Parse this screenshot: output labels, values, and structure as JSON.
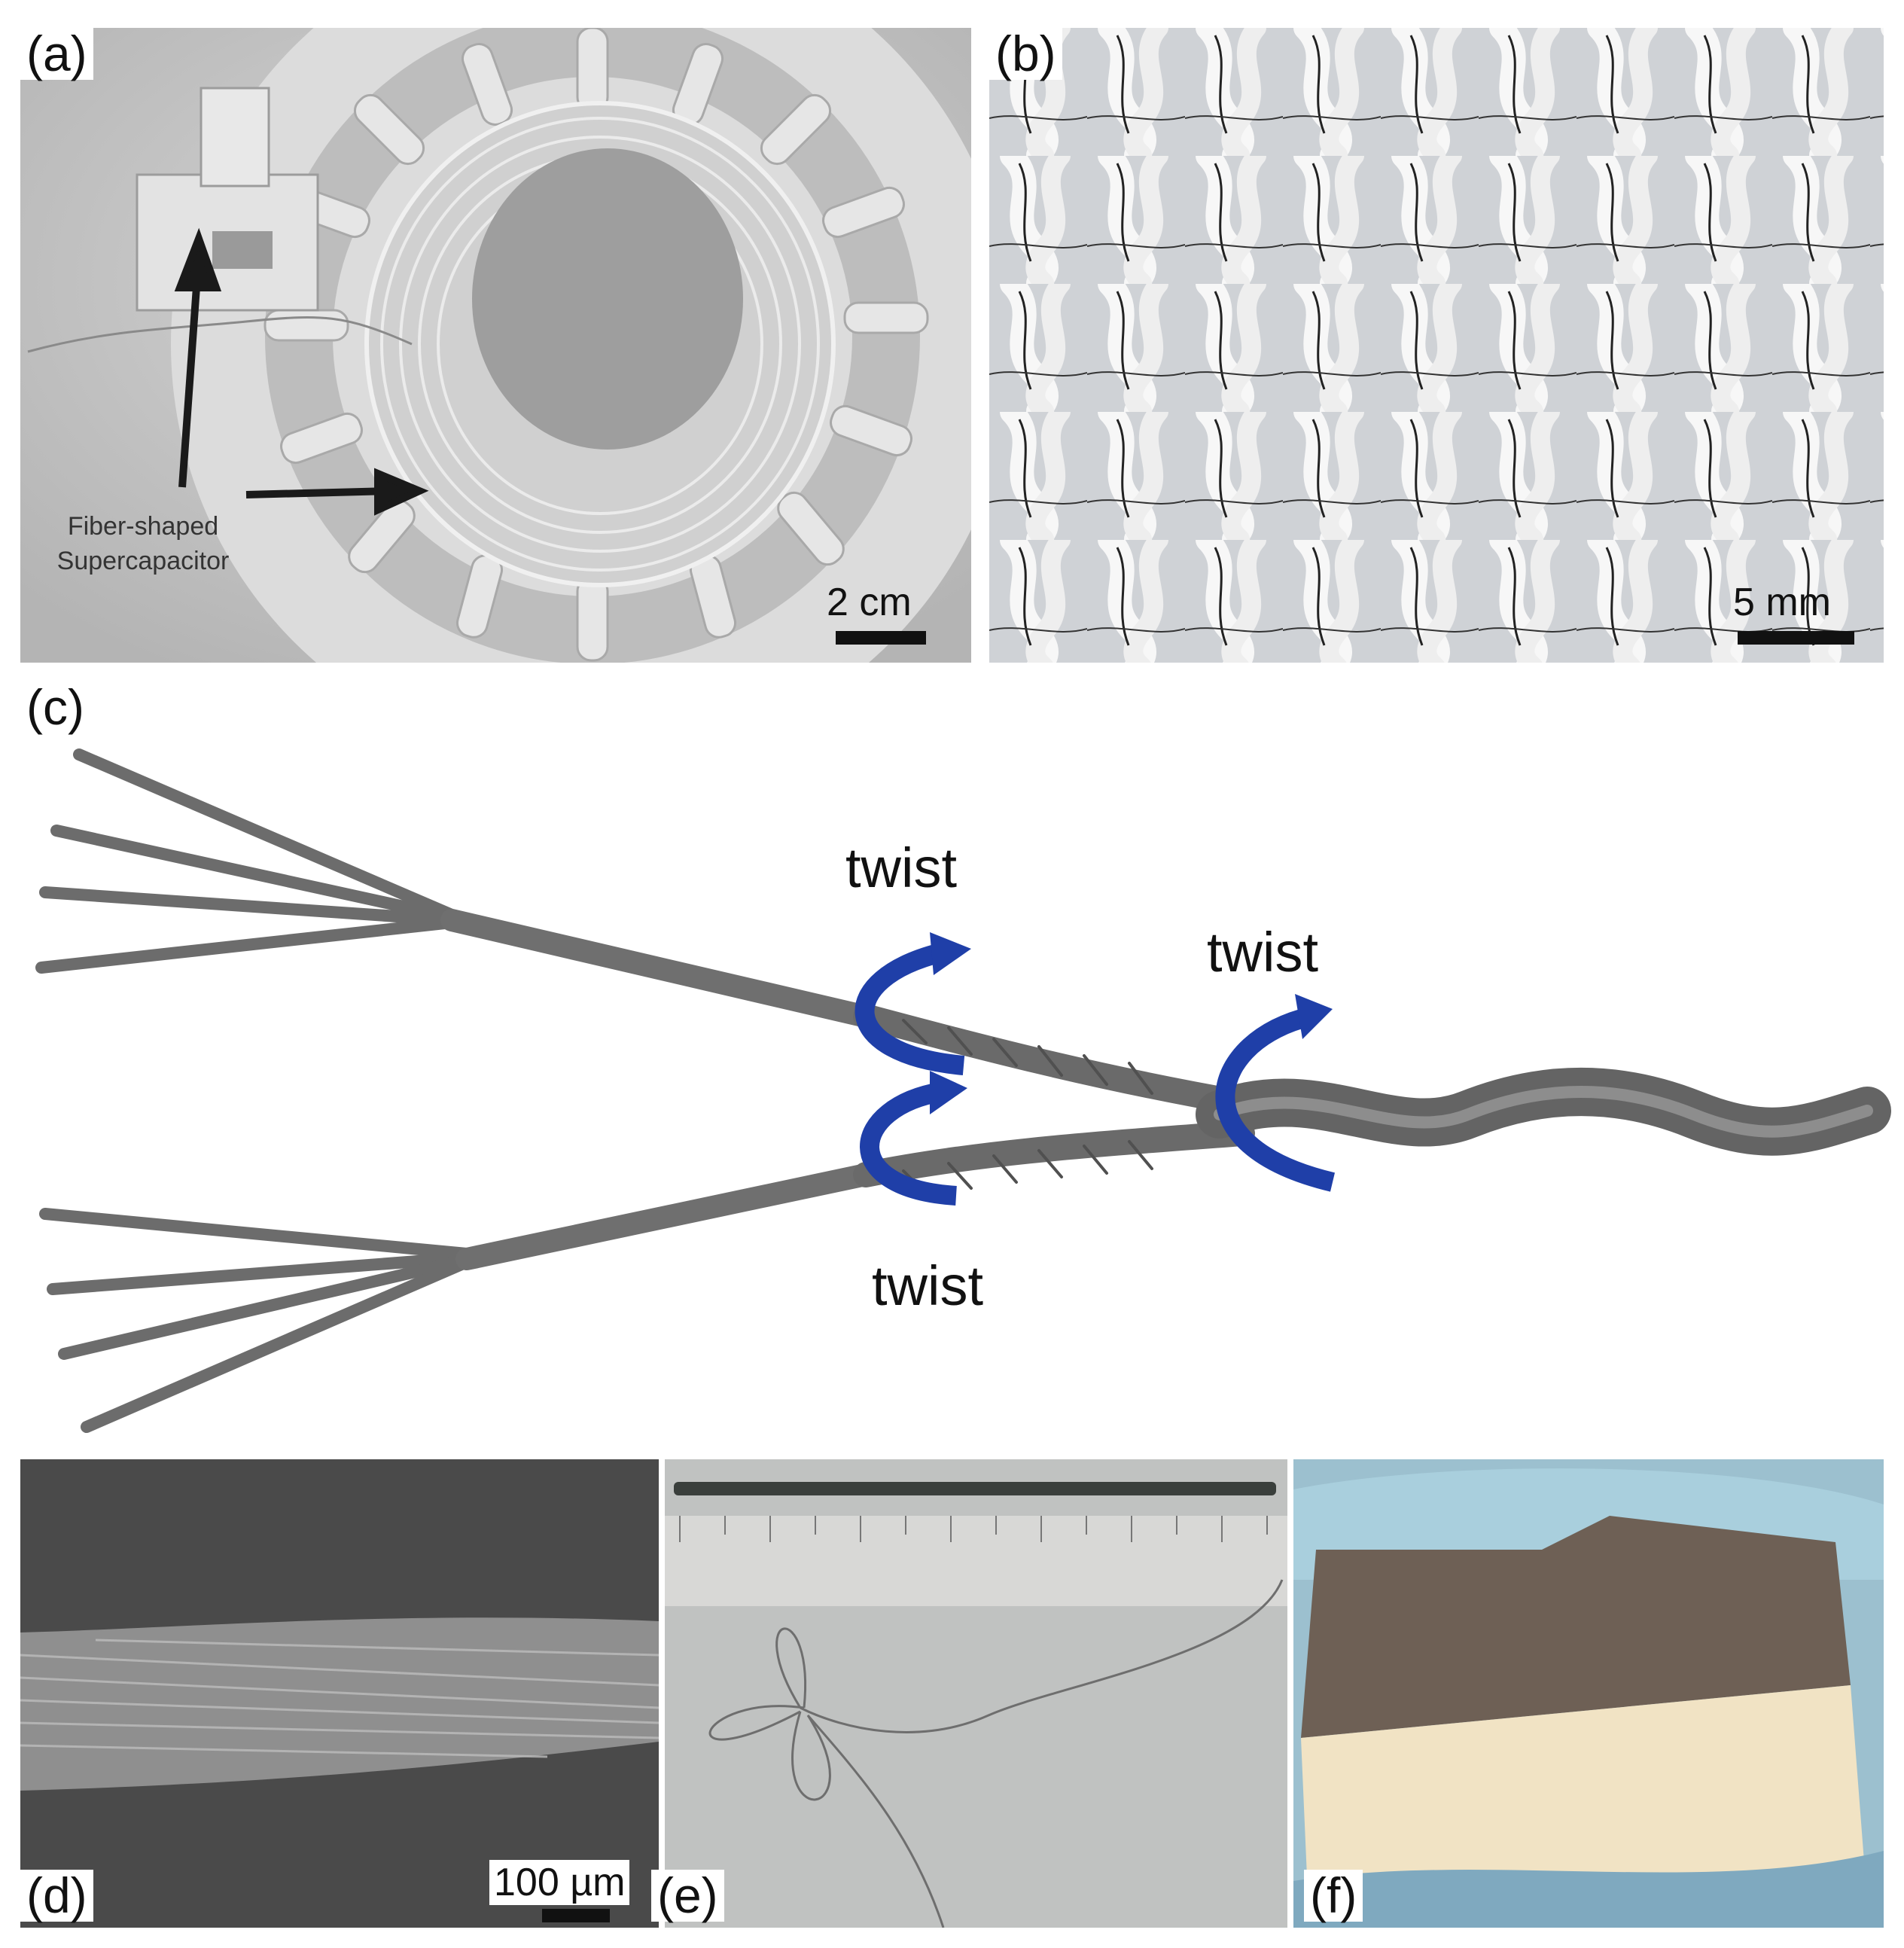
{
  "panels": {
    "a": {
      "label": "(a)",
      "annotation_line1": "Fiber-shaped",
      "annotation_line2": "Supercapacitor",
      "scale": "2 cm"
    },
    "b": {
      "label": "(b)",
      "scale": "5 mm"
    },
    "c": {
      "label": "(c)",
      "twist_top": "twist",
      "twist_right": "twist",
      "twist_bottom": "twist"
    },
    "d": {
      "label": "(d)",
      "scale": "100 µm"
    },
    "e": {
      "label": "(e)"
    },
    "f": {
      "label": "(f)"
    }
  },
  "colors": {
    "arrow_blue": "#1f3fa8",
    "fiber_gray": "#7a7a7a"
  }
}
